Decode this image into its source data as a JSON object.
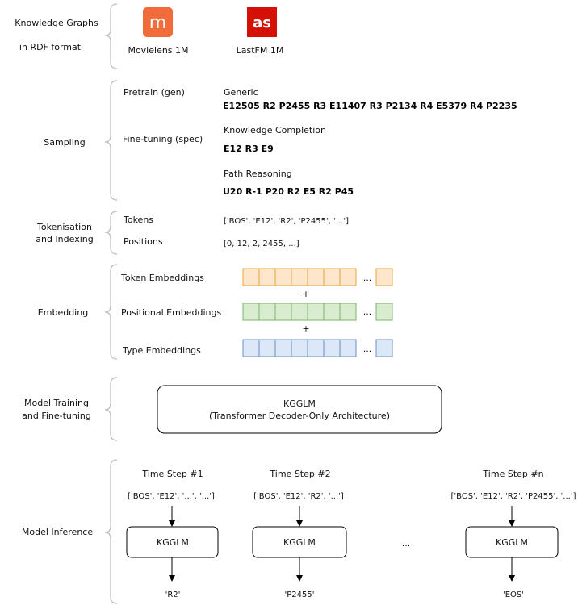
{
  "sections": {
    "kg": {
      "label_line1": "Knowledge Graphs",
      "label_line2": "in RDF format"
    },
    "sampling": {
      "label": "Sampling"
    },
    "tokenisation": {
      "label_line1": "Tokenisation",
      "label_line2": "and Indexing"
    },
    "embedding": {
      "label": "Embedding"
    },
    "training": {
      "label_line1": "Model Training",
      "label_line2": "and Fine-tuning"
    },
    "inference": {
      "label": "Model Inference"
    }
  },
  "datasets": {
    "movielens": {
      "name": "Movielens 1M",
      "icon": "movielens-icon",
      "icon_glyph": "m",
      "color": "#f26b3a"
    },
    "lastfm": {
      "name": "LastFM 1M",
      "icon": "lastfm-icon",
      "icon_glyph": "as",
      "color": "#d51007"
    }
  },
  "sampling": {
    "pretrain_label": "Pretrain (gen)",
    "finetune_label": "Fine-tuning (spec)",
    "generic_title": "Generic",
    "generic_path": "E12505 R2 P2455 R3 E11407 R3 P2134 R4 E5379 R4 P2235",
    "kc_title": "Knowledge Completion",
    "kc_path": "E12 R3 E9",
    "pr_title": "Path Reasoning",
    "pr_path": "U20 R-1 P20 R2 E5 R2 P45"
  },
  "tokenisation": {
    "tokens_label": "Tokens",
    "tokens_value": "['BOS', 'E12', 'R2', 'P2455', '...']",
    "positions_label": "Positions",
    "positions_value": "[0, 12, 2, 2455, ...]"
  },
  "embedding": {
    "token_label": "Token Embeddings",
    "positional_label": "Positional Embeddings",
    "type_label": "Type Embeddings",
    "plus": "+",
    "ellipsis": "...",
    "colors": {
      "token_fill": "#fde6cc",
      "token_stroke": "#e8a43a",
      "positional_fill": "#d9ecd0",
      "positional_stroke": "#7ab36b",
      "type_fill": "#dce7f8",
      "type_stroke": "#6a8fc9"
    }
  },
  "training": {
    "model_name": "KGGLM",
    "model_desc": "(Transformer Decoder-Only Architecture)"
  },
  "inference": {
    "steps": [
      {
        "title": "Time Step #1",
        "input": "['BOS', 'E12', '...', '...']",
        "model": "KGGLM",
        "output": "'R2'"
      },
      {
        "title": "Time Step #2",
        "input": "['BOS', 'E12', 'R2', '...']",
        "model": "KGGLM",
        "output": "'P2455'"
      },
      {
        "title": "Time Step #n",
        "input": "['BOS', 'E12', 'R2', 'P2455', '...']",
        "model": "KGGLM",
        "output": "'EOS'"
      }
    ],
    "between_ellipsis": "..."
  }
}
